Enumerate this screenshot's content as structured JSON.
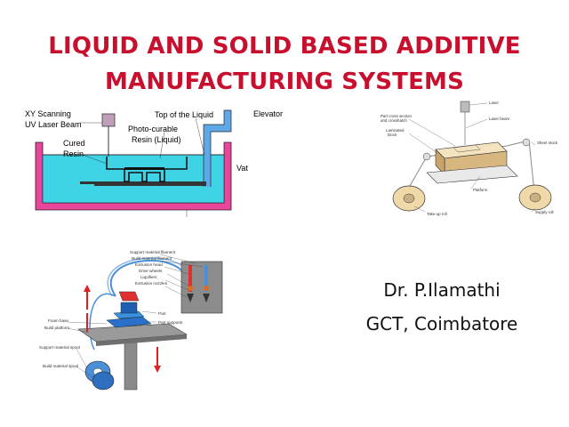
{
  "slide": {
    "title_line1": "LIQUID AND SOLID BASED ADDITIVE",
    "title_line2": "MANUFACTURING SYSTEMS",
    "author": "Dr. P.Ilamathi",
    "affiliation": "GCT, Coimbatore"
  },
  "sla_figure": {
    "xy_scanning_line1": "XY Scanning",
    "xy_scanning_line2": "UV Laser Beam",
    "top_of_liquid": "Top of the Liquid",
    "elevator": "Elevator",
    "photo_curable_line1": "Photo-curable",
    "photo_curable_line2": "Resin (Liquid)",
    "cured_resin_line1": "Cured",
    "cured_resin_line2": "Resin",
    "vat": "Vat",
    "colors": {
      "resin": "#3fd3e6",
      "vat": "#e9459a",
      "tube": "#5fa8e8"
    }
  },
  "lom_figure": {
    "laser": "Laser",
    "part_cross_section_line1": "Part cross section",
    "part_cross_section_line2": "and crosshatch",
    "laser_beam": "Laser beam",
    "laminated_line1": "Laminated",
    "laminated_line2": "block",
    "sheet_stock": "Sheet stock",
    "platform": "Platform",
    "take_up_roll": "Take-up roll",
    "supply_roll": "Supply roll",
    "colors": {
      "roll": "#f0d9a8"
    }
  },
  "fdm_figure": {
    "support_material_filament": "Support material filament",
    "build_material_filament": "Build material filament",
    "extrusion_head": "Extrusion head",
    "drive_wheels": "Drive wheels",
    "liquifiers": "Liquifiers",
    "extrusion_nozzles": "Extrusion nozzles",
    "foam_base": "Foam base",
    "build_platform": "Build platform",
    "part": "Part",
    "part_supports": "Part supports",
    "support_material_spool": "Support material spool",
    "build_material_spool": "Build material spool",
    "colors": {
      "filament": "#4a90d9",
      "arrow": "#e02020"
    }
  }
}
